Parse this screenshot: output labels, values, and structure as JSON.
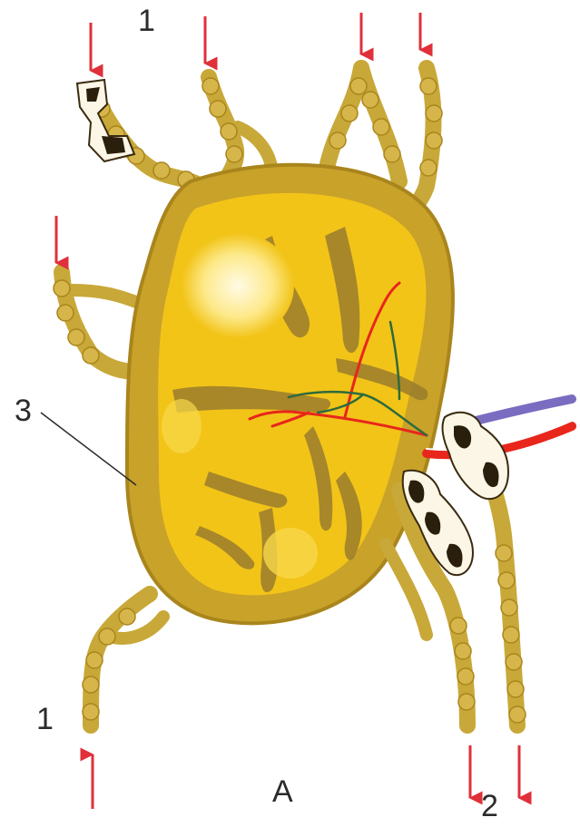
{
  "labels": {
    "afferent_top": "1",
    "afferent_bottom": "1",
    "efferent": "2",
    "capsule": "3",
    "figure_letter": "A"
  },
  "colors": {
    "node_body": "#c9a22a",
    "node_rim": "#a9851c",
    "cortex_light": "#f2c418",
    "medulla_dark": "#9a7d2c",
    "germinal_center": "#fff6cc",
    "vessel": "#c8a838",
    "arrow": "#e0303a",
    "artery": "#e8261c",
    "vein": "#7a6cc0",
    "nerve": "#2f6a3c",
    "label_text": "#2b2b2b"
  },
  "icons": [
    "arrow-down-icon",
    "arrow-up-icon"
  ]
}
